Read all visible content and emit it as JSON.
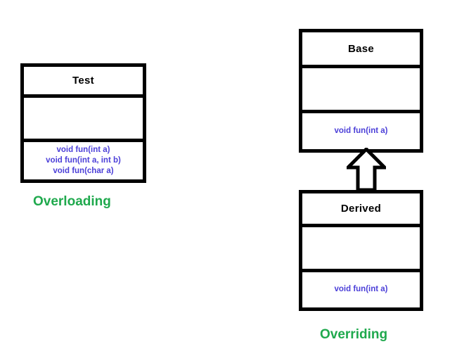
{
  "diagram": {
    "title": "Overloading vs Overriding UML class diagram",
    "colors": {
      "box_border": "#000000",
      "box_fill": "#ffffff",
      "class_name_text": "#000000",
      "method_text": "#4b3fd8",
      "caption_text": "#1fa94d",
      "background": "#ffffff"
    }
  },
  "overloading": {
    "caption": "Overloading",
    "class": {
      "name": "Test",
      "attributes": [],
      "methods": [
        "void fun(int a)",
        "void fun(int a, int b)",
        "void fun(char a)"
      ]
    }
  },
  "overriding": {
    "caption": "Overriding",
    "base_class": {
      "name": "Base",
      "attributes": [],
      "methods": [
        "void fun(int a)"
      ]
    },
    "derived_class": {
      "name": "Derived",
      "attributes": [],
      "methods": [
        "void fun(int a)"
      ]
    },
    "relationship": {
      "kind": "generalization",
      "arrow": "hollow-triangle-up",
      "from": "Derived",
      "to": "Base"
    }
  }
}
